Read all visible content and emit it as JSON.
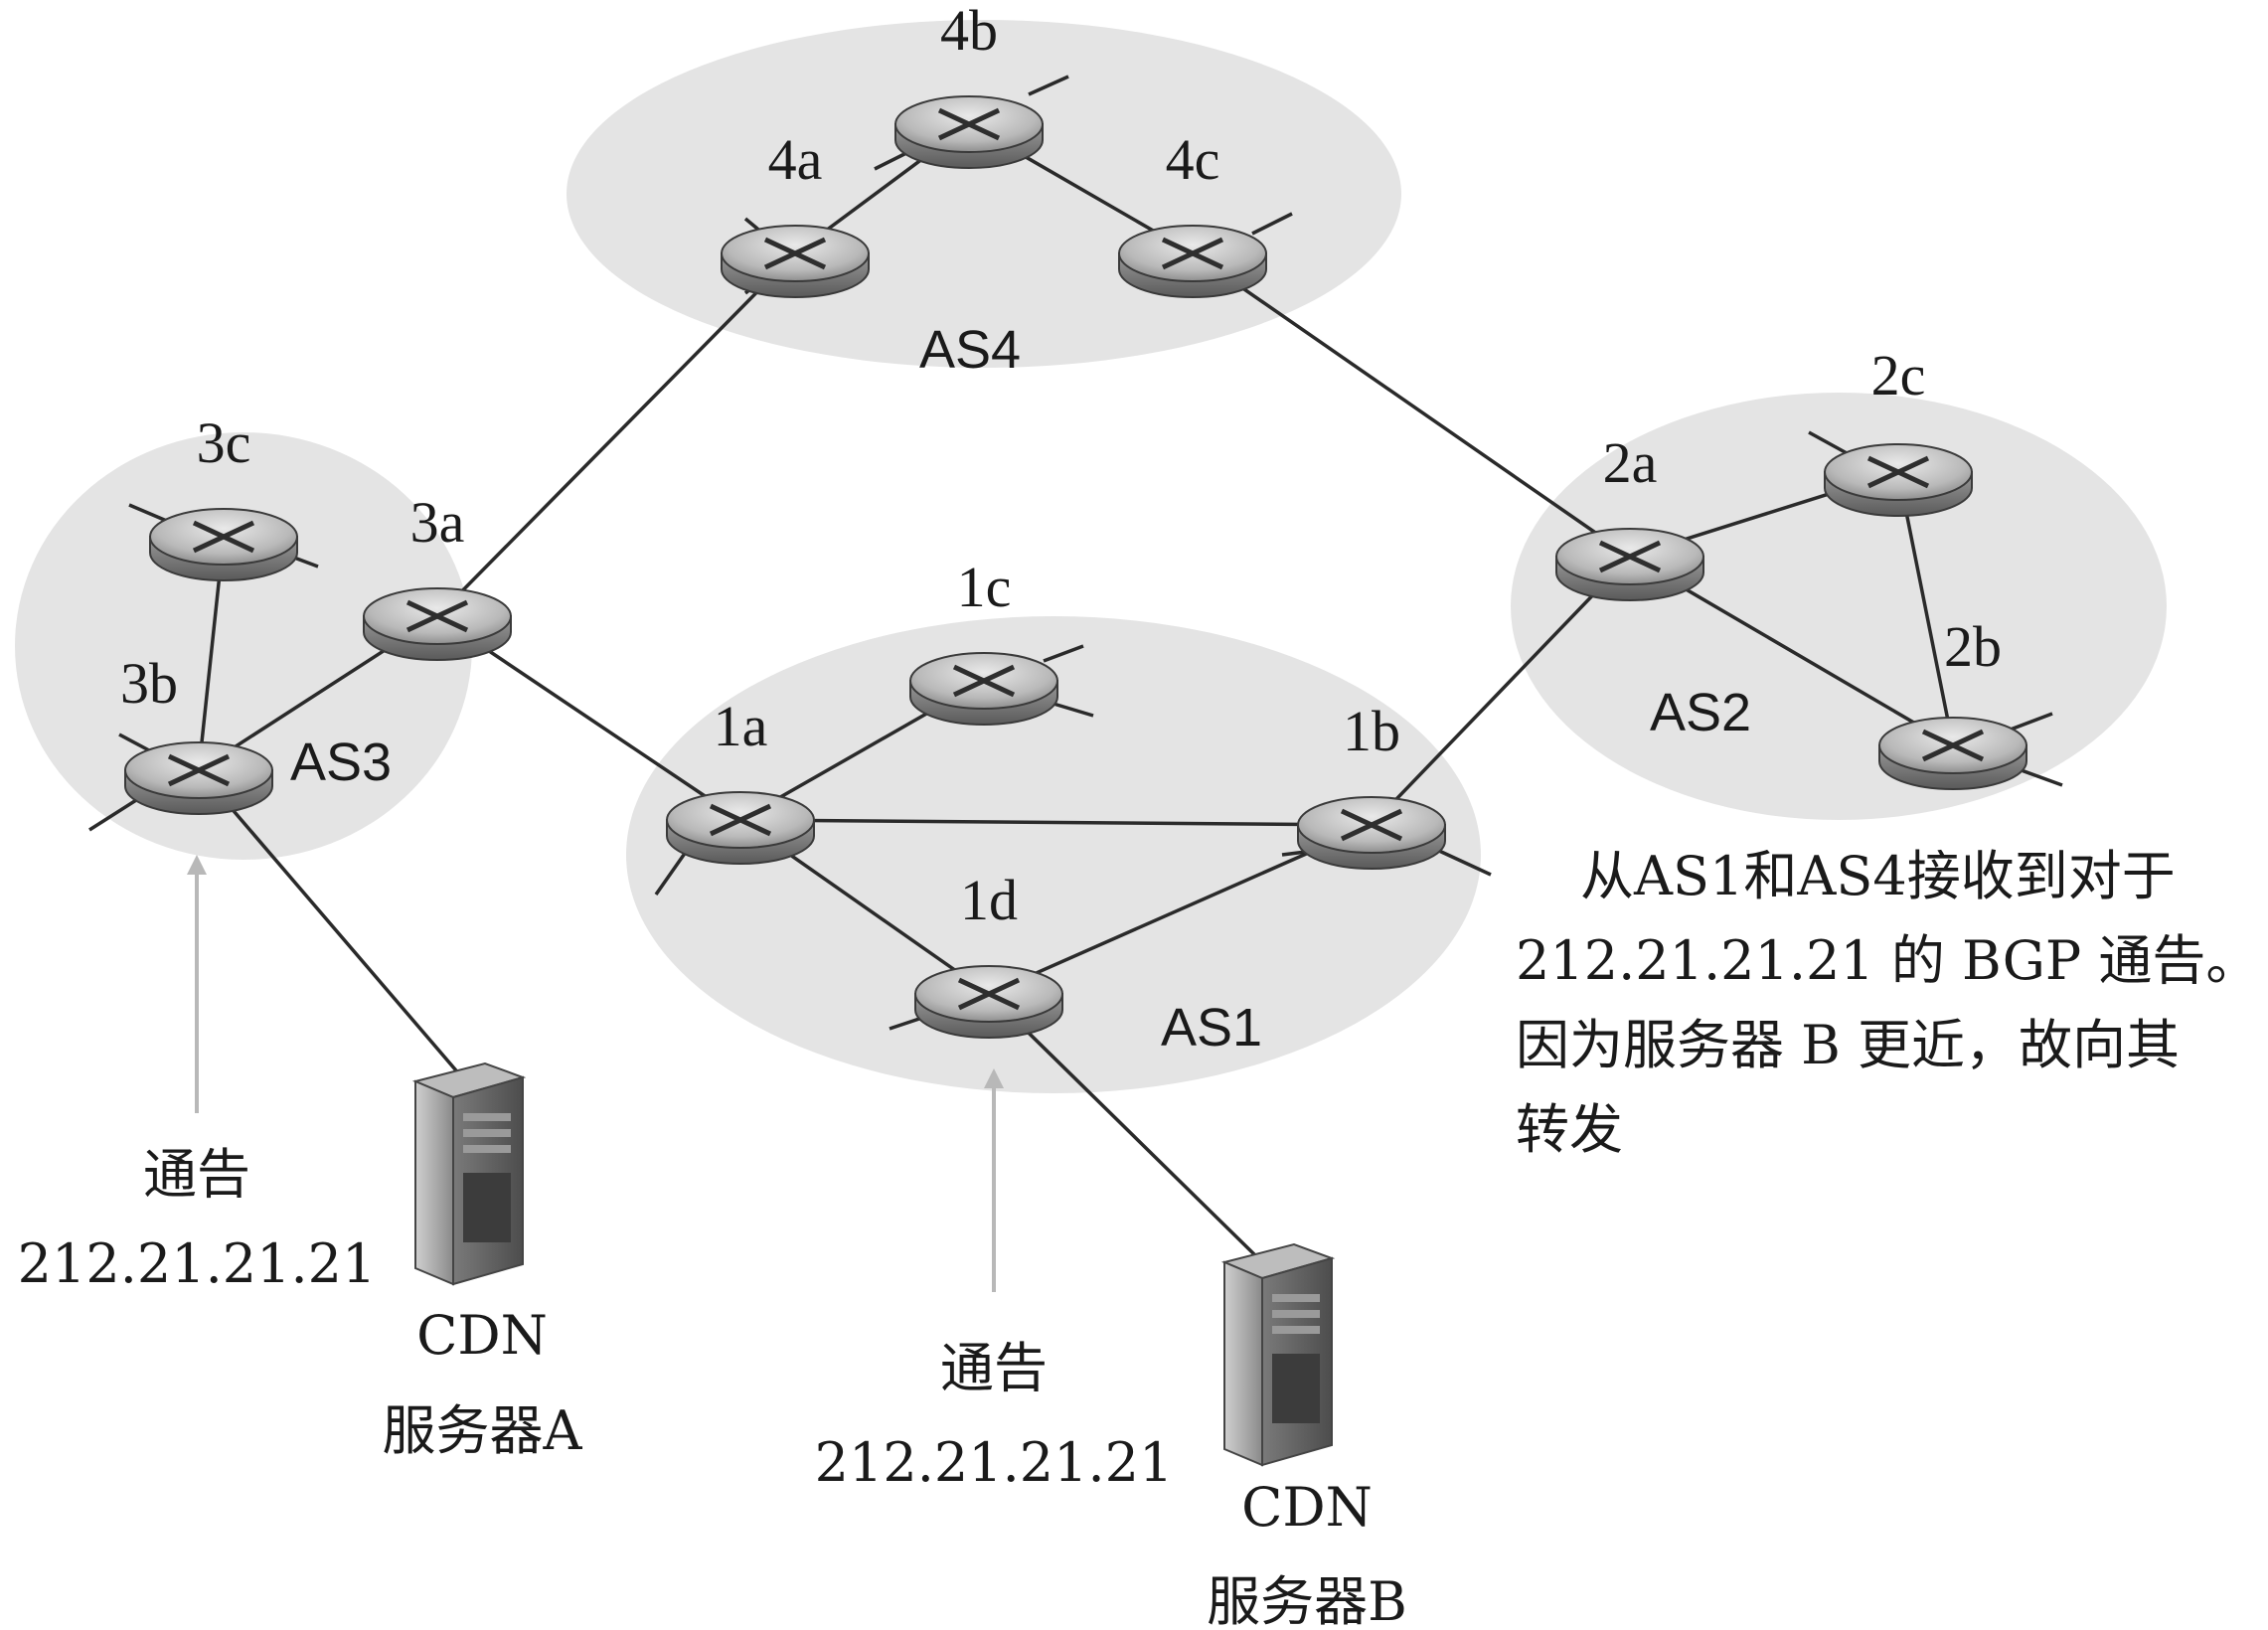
{
  "autonomous_systems": [
    {
      "id": "AS4",
      "label": "AS4"
    },
    {
      "id": "AS3",
      "label": "AS3"
    },
    {
      "id": "AS2",
      "label": "AS2"
    },
    {
      "id": "AS1",
      "label": "AS1"
    }
  ],
  "routers": [
    {
      "id": "4a",
      "label": "4a"
    },
    {
      "id": "4b",
      "label": "4b"
    },
    {
      "id": "4c",
      "label": "4c"
    },
    {
      "id": "3a",
      "label": "3a"
    },
    {
      "id": "3b",
      "label": "3b"
    },
    {
      "id": "3c",
      "label": "3c"
    },
    {
      "id": "2a",
      "label": "2a"
    },
    {
      "id": "2b",
      "label": "2b"
    },
    {
      "id": "2c",
      "label": "2c"
    },
    {
      "id": "1a",
      "label": "1a"
    },
    {
      "id": "1b",
      "label": "1b"
    },
    {
      "id": "1c",
      "label": "1c"
    },
    {
      "id": "1d",
      "label": "1d"
    }
  ],
  "links": [
    [
      "4a",
      "4b"
    ],
    [
      "4b",
      "4c"
    ],
    [
      "4a",
      "3a"
    ],
    [
      "4c",
      "2a"
    ],
    [
      "3a",
      "3b"
    ],
    [
      "3b",
      "3c"
    ],
    [
      "3a",
      "1a"
    ],
    [
      "2a",
      "2c"
    ],
    [
      "2c",
      "2b"
    ],
    [
      "2a",
      "2b"
    ],
    [
      "2a",
      "1b"
    ],
    [
      "1a",
      "1c"
    ],
    [
      "1a",
      "1b"
    ],
    [
      "1a",
      "1d"
    ],
    [
      "1b",
      "1d"
    ]
  ],
  "servers": [
    {
      "id": "A",
      "line1": "CDN",
      "line2": "服务器A",
      "attached_to": "3b"
    },
    {
      "id": "B",
      "line1": "CDN",
      "line2": "服务器B",
      "attached_to": "1d"
    }
  ],
  "advertisements": [
    {
      "target": "3b",
      "line1": "通告",
      "line2": "212.21.21.21"
    },
    {
      "target": "1d",
      "line1": "通告",
      "line2": "212.21.21.21"
    }
  ],
  "note": {
    "lines": [
      "从AS1和AS4接收到对于",
      "212.21.21.21 的 BGP 通告。",
      "因为服务器 B 更近，故向其",
      "转发"
    ]
  }
}
